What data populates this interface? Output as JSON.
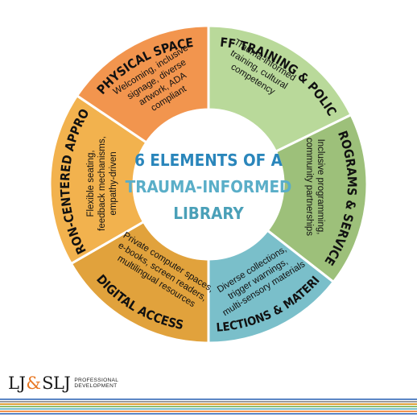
{
  "center": {
    "lines": [
      "6 ELEMENTS OF A",
      "TRAUMA-INFORMED",
      "LIBRARY"
    ],
    "colors": [
      "#2a86bb",
      "#5aaec8",
      "#4aa0b8"
    ]
  },
  "segments": [
    {
      "title": "STAFF TRAINING & POLICIES",
      "description_lines": [
        "Trauma-informed",
        "training, cultural",
        "competency"
      ],
      "color": "#b9d99a"
    },
    {
      "title": "PROGRAMS & SERVICES",
      "description_lines": [
        "Inclusive programming,",
        "community partnerships"
      ],
      "color": "#9dc07a"
    },
    {
      "title": "COLLECTIONS & MATERIALS",
      "description_lines": [
        "Diverse collections,",
        "trigger warnings,",
        "multi-sensory materials"
      ],
      "color": "#7abfca"
    },
    {
      "title": "DIGITAL ACCESS",
      "description_lines": [
        "Private computer spaces,",
        "e-books, screen readers,",
        "multilingual resources"
      ],
      "color": "#e1a23c"
    },
    {
      "title": "PATRON-CENTERED APPROACH",
      "description_lines": [
        "Flexible seating,",
        "feedback mechanisms,",
        "empathy-driven"
      ],
      "color": "#f2b24e"
    },
    {
      "title": "PHYSICAL SPACE",
      "description_lines": [
        "Welcoming, inclusive",
        "signage, diverse",
        "artwork, ADA",
        "compliant"
      ],
      "color": "#f2954e"
    }
  ],
  "logo": {
    "lj": "LJ",
    "amp": "&",
    "slj": "SLJ",
    "text_lines": [
      "PROFESSIONAL",
      "DEVELOPMENT"
    ]
  },
  "stripes": [
    "#5b86c5",
    "#9b9b9b",
    "#e1a23c",
    "#8fbf6e",
    "#7abfca",
    "#f2954e",
    "#5b86c5"
  ]
}
